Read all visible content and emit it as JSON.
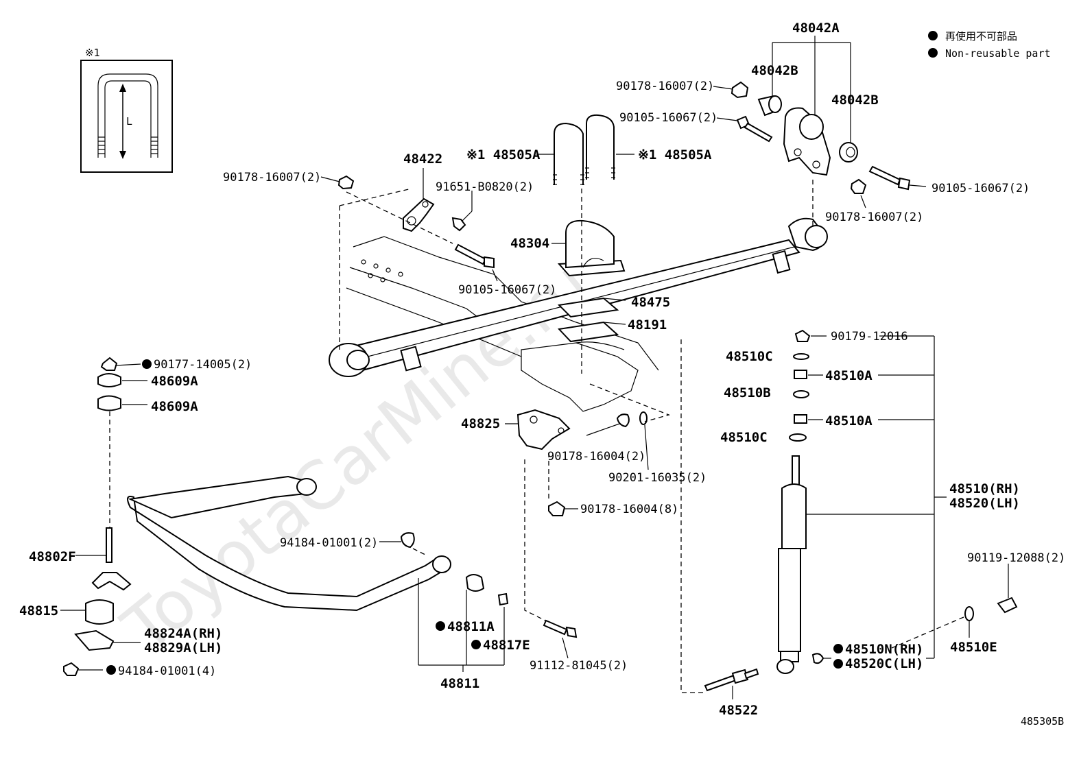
{
  "watermark": "ToyotaCarMine.ru",
  "diagram_id": "485305B",
  "legend": {
    "ja": "再使用不可部品",
    "en": "Non-reusable part"
  },
  "inset": {
    "mark": "※1",
    "dim_label": "L"
  },
  "labels": {
    "p48042A": "48042A",
    "p48042B_l": "48042B",
    "p48042B_r": "48042B",
    "b90178_16007_top": "90178-16007(2)",
    "b90105_16067_top": "90105-16067(2)",
    "b90105_16067_right": "90105-16067(2)",
    "b90178_16007_right": "90178-16007(2)",
    "b90178_16007_left": "90178-16007(2)",
    "p48422": "48422",
    "b91651": "91651-B0820(2)",
    "p48505A_l": "※1 48505A",
    "p48505A_r": "※1 48505A",
    "p48304": "48304",
    "b90105_16067_mid": "90105-16067(2)",
    "p48475": "48475",
    "p48191": "48191",
    "b90177": "90177-14005(2)",
    "p48609A_1": "48609A",
    "p48609A_2": "48609A",
    "p48825": "48825",
    "b90178_16004_2": "90178-16004(2)",
    "b90201": "90201-16035(2)",
    "b90178_16004_8": "90178-16004(8)",
    "b94184_2": "94184-01001(2)",
    "p48802F": "48802F",
    "p48815": "48815",
    "p48824A": "48824A(RH)",
    "p48829A": "48829A(LH)",
    "b94184_4": "94184-01001(4)",
    "p48811A": "48811A",
    "p48817E": "48817E",
    "p48811": "48811",
    "b91112": "91112-81045(2)",
    "b90179": "90179-12016",
    "p48510C_1": "48510C",
    "p48510A_1": "48510A",
    "p48510B": "48510B",
    "p48510A_2": "48510A",
    "p48510C_2": "48510C",
    "p48510RH": "48510(RH)",
    "p48520LH": "48520(LH)",
    "b90119": "90119-12088(2)",
    "p48510N": "48510N(RH)",
    "p48520C": "48520C(LH)",
    "p48510E": "48510E",
    "p48522": "48522"
  }
}
